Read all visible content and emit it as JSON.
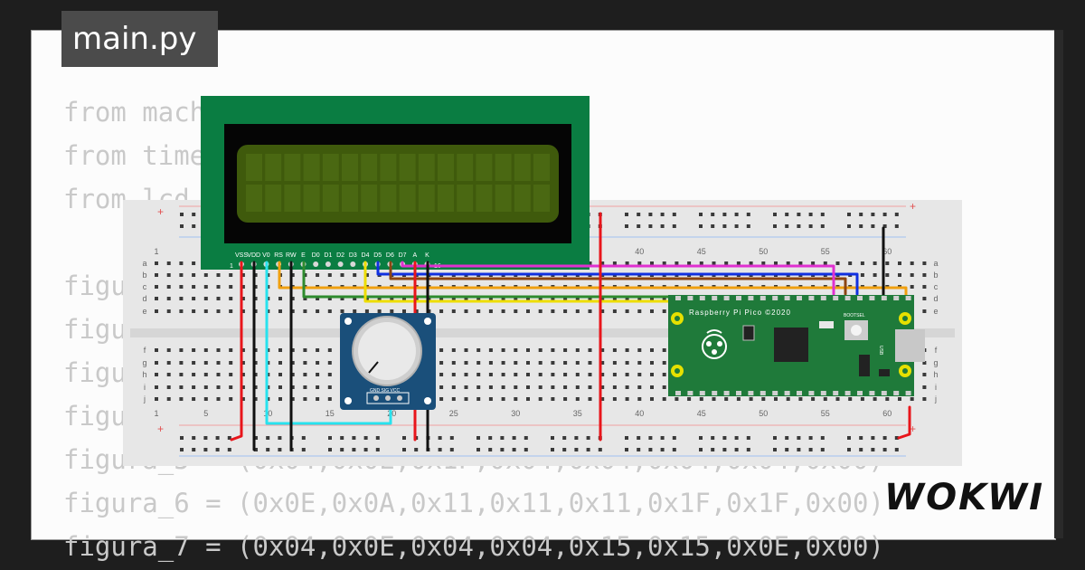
{
  "tab": {
    "title": "main.py"
  },
  "code_lines": [
    "from machine import Pin, I2C",
    "from time import sleep",
    "from lcd_api import LcdApi",
    "",
    "figura_1 = (0x04,0x0E,0x1F,0x04,0x04,0x04,0x04,0x00)",
    "figura_2 = (0x0E,0x1F,0x1F,0x0E,0x04,0x00,0x00,0x00)",
    "figura_3 = (0x04,0x0E,0x0E,0x0E,0x1F,0x00,0x04,0x00)",
    "figura_4 = (0x1F,0x11,0x0A,0x04,0x0A,0x11,0x1F,0x00)",
    "figura_5 = (0x04,0x0E,0x1F,0x04,0x04,0x04,0x04,0x00)",
    "figura_6 = (0x0E,0x0A,0x11,0x11,0x11,0x1F,0x1F,0x00)",
    "figura_7 = (0x04,0x0E,0x04,0x04,0x15,0x15,0x0E,0x00)"
  ],
  "lcd": {
    "pin_labels": [
      "VSS",
      "VDD",
      "V0",
      "RS",
      "RW",
      "E",
      "D0",
      "D1",
      "D2",
      "D3",
      "D4",
      "D5",
      "D6",
      "D7",
      "A",
      "K"
    ],
    "pin_first": "1",
    "pin_last": "16"
  },
  "breadboard": {
    "row_letters_top": [
      "a",
      "b",
      "c",
      "d",
      "e"
    ],
    "row_letters_bottom": [
      "f",
      "g",
      "h",
      "i",
      "j"
    ],
    "column_numbers": [
      "1",
      "5",
      "10",
      "15",
      "20",
      "25",
      "30",
      "35",
      "40",
      "45",
      "50",
      "55",
      "60"
    ]
  },
  "potentiometer": {
    "pin_labels": "GND SIG VCC"
  },
  "pico": {
    "label": "Raspberry Pi Pico ©2020",
    "bootsel": "BOOTSEL",
    "usb": "USB"
  },
  "brand": {
    "logo": "WOKWI"
  },
  "colors": {
    "lcd_board": "#0a7d42",
    "lcd_screen": "#3f5a0c",
    "pico_board": "#1f7a3a",
    "pot_board": "#1a4f7a",
    "wire_red": "#e8151b",
    "wire_black": "#111111",
    "wire_cyan": "#28e2ee",
    "wire_orange": "#f0a010",
    "wire_green": "#2e8b2e",
    "wire_yellow": "#eedd00",
    "wire_blue": "#1030e0",
    "wire_magenta": "#e030d0",
    "wire_brown": "#8b4513"
  }
}
